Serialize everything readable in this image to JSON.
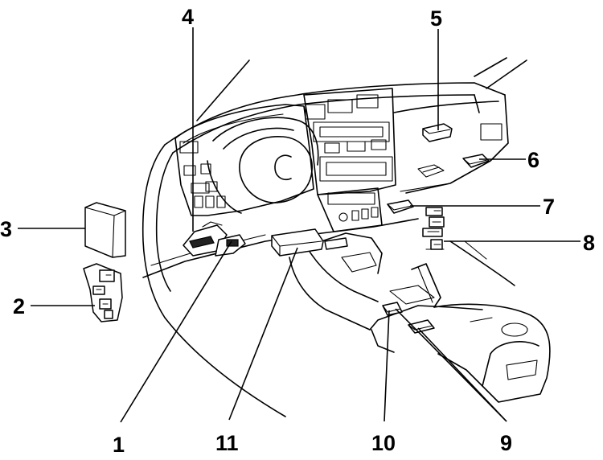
{
  "colors": {
    "line": "#000000",
    "background": "#ffffff"
  },
  "callouts": {
    "n1": "1",
    "n2": "2",
    "n3": "3",
    "n4": "4",
    "n5": "5",
    "n6": "6",
    "n7": "7",
    "n8": "8",
    "n9": "9",
    "n10": "10",
    "n11": "11"
  }
}
